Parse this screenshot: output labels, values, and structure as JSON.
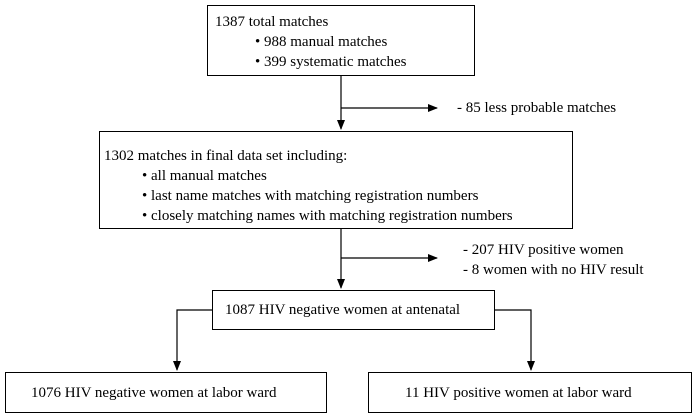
{
  "boxes": {
    "total": {
      "title": "1387 total matches",
      "items": [
        "988 manual matches",
        "399 systematic matches"
      ]
    },
    "final": {
      "title": "1302 matches in final data set including:",
      "items": [
        "all manual matches",
        "last name matches with matching registration numbers",
        "closely matching names with matching registration numbers"
      ]
    },
    "antenatal": {
      "title": "1087 HIV negative women at antenatal"
    },
    "labor_negative": {
      "title": "1076 HIV negative women at labor ward"
    },
    "labor_positive": {
      "title": "11 HIV positive women at labor ward"
    }
  },
  "exclusions": {
    "first": [
      "- 85 less probable matches"
    ],
    "second": [
      "- 207 HIV positive women",
      "- 8 women with no HIV result"
    ]
  }
}
